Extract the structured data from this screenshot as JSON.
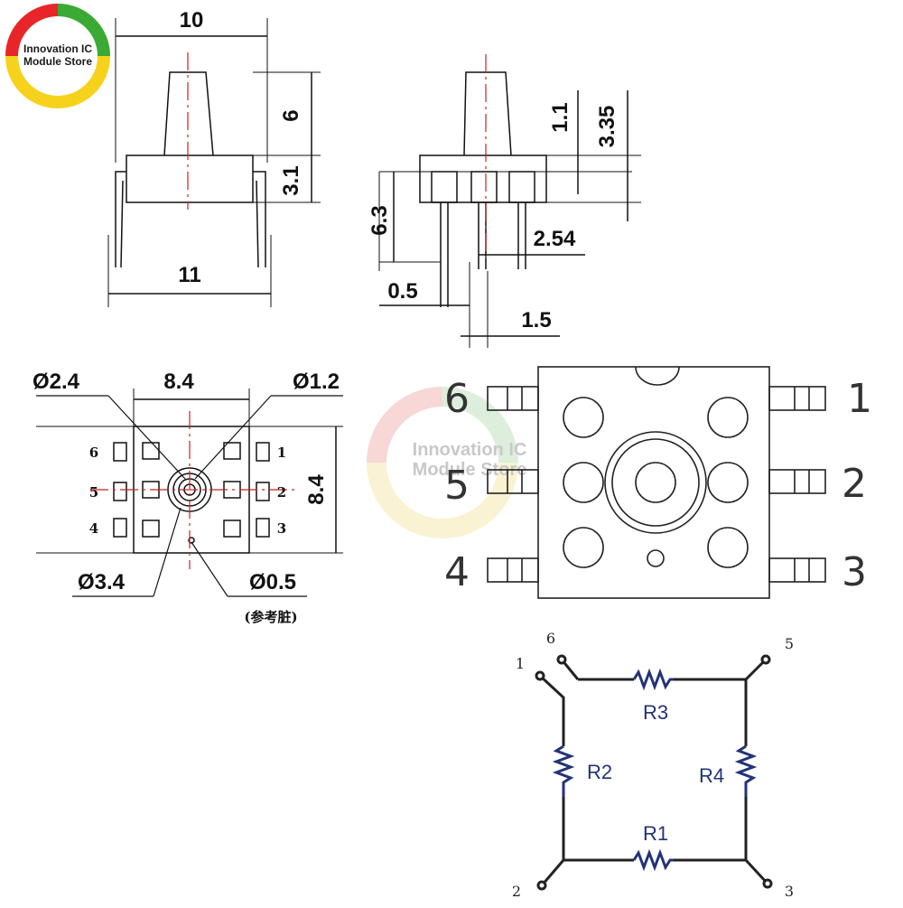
{
  "logo": {
    "line1": "Innovation IC",
    "line2": "Module Store"
  },
  "watermark": {
    "line1": "Innovation IC",
    "line2": "Module Store"
  },
  "side_view": {
    "top_width": "10",
    "stem_height": "6",
    "body_height": "3.1",
    "bottom_width": "11"
  },
  "front_view": {
    "d1": "1.1",
    "d2": "3.35",
    "d3": "6.3",
    "pitch": "2.54",
    "pin_width": "0.5",
    "d4": "1.5"
  },
  "bottom_view": {
    "width": "8.4",
    "height": "8.4",
    "dia_a": "Ø2.4",
    "dia_b": "Ø1.2",
    "dia_c": "Ø3.4",
    "dia_d": "Ø0.5",
    "ref_note": "(参考脏)",
    "pins": [
      "1",
      "2",
      "3",
      "4",
      "5",
      "6"
    ]
  },
  "top_view": {
    "pins": [
      "1",
      "2",
      "3",
      "4",
      "5",
      "6"
    ]
  },
  "circuit": {
    "resistors": [
      "R1",
      "R2",
      "R3",
      "R4"
    ],
    "nodes": [
      "1",
      "2",
      "3",
      "5",
      "6"
    ],
    "color": "#223377"
  }
}
